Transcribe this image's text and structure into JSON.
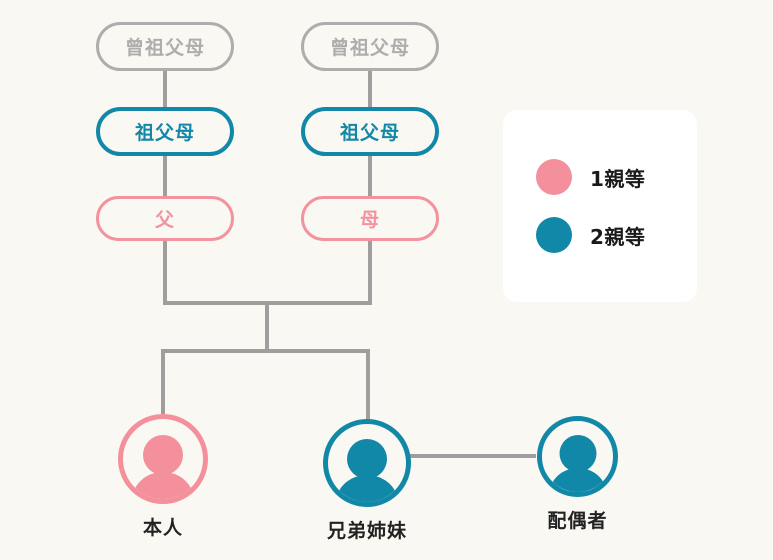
{
  "colors": {
    "background": "#FAF8F3",
    "pink": "#F3909C",
    "teal": "#1288A8",
    "grey": "#ADADAD",
    "line": "#9E9E9E",
    "label_text": "#222222",
    "card_background": "#FFFFFF"
  },
  "tree": {
    "great_grandparents_left": {
      "label": "曾祖父母",
      "degree": "none",
      "color": "#ADADAD"
    },
    "great_grandparents_right": {
      "label": "曾祖父母",
      "degree": "none",
      "color": "#ADADAD"
    },
    "grandparents_left": {
      "label": "祖父母",
      "degree": "2",
      "color": "#1288A8"
    },
    "grandparents_right": {
      "label": "祖父母",
      "degree": "2",
      "color": "#1288A8"
    },
    "father": {
      "label": "父",
      "degree": "1",
      "color": "#F3909C"
    },
    "mother": {
      "label": "母",
      "degree": "1",
      "color": "#F3909C"
    },
    "self": {
      "label": "本人",
      "degree": "self",
      "color": "#F3909C"
    },
    "sibling": {
      "label": "兄弟姉妹",
      "degree": "2",
      "color": "#1288A8"
    },
    "spouse": {
      "label": "配偶者",
      "degree": "2",
      "color": "#1288A8"
    }
  },
  "legend": {
    "items": [
      {
        "label": "1親等",
        "color": "#F3909C"
      },
      {
        "label": "2親等",
        "color": "#1288A8"
      }
    ]
  }
}
